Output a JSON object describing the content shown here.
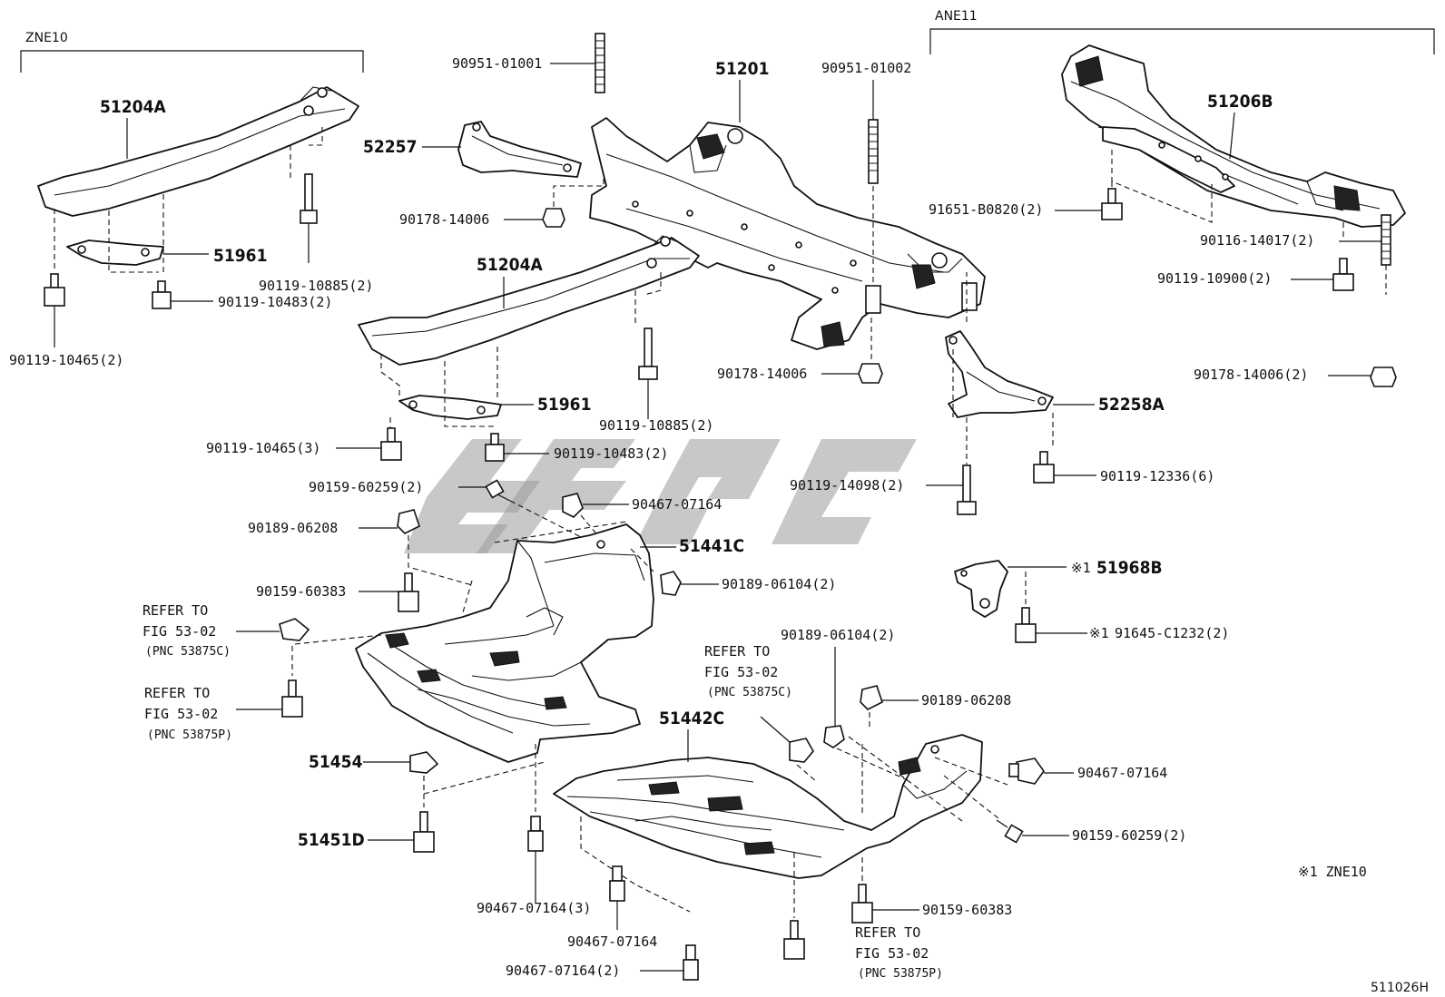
{
  "groups": {
    "zne10_label": "ZNE10",
    "ane11_label": "ANE11"
  },
  "parts": {
    "p51204A_top": "51204A",
    "p51961_top": "51961",
    "p90119_10885_top": "90119-10885(2)",
    "p90119_10483_top": "90119-10483(2)",
    "p90119_10465_top": "90119-10465(2)",
    "p90951_01001": "90951-01001",
    "p52257": "52257",
    "p90178_14006_left": "90178-14006",
    "p51201": "51201",
    "p90951_01002": "90951-01002",
    "p51204A_mid": "51204A",
    "p51961_mid": "51961",
    "p90119_10885_mid": "90119-10885(2)",
    "p90119_10465_mid": "90119-10465(3)",
    "p90119_10483_mid": "90119-10483(2)",
    "p90178_14006_center": "90178-14006",
    "p51206B": "51206B",
    "p91651_B0820": "91651-B0820(2)",
    "p90119_10900": "90119-10900(2)",
    "p90116_14017": "90116-14017(2)",
    "p90178_14006_right": "90178-14006(2)",
    "p52258A": "52258A",
    "p90119_14098": "90119-14098(2)",
    "p90119_12336": "90119-12336(6)",
    "p90159_60259_left": "90159-60259(2)",
    "p90467_07164_top": "90467-07164",
    "p90189_06208_left": "90189-06208",
    "p51441C": "51441C",
    "p90189_06104_left": "90189-06104(2)",
    "p90159_60383_left": "90159-60383",
    "p51968B": "51968B",
    "p51968B_mark": "※1",
    "p91645_C1232": "91645-C1232(2)",
    "p91645_C1232_mark": "※1",
    "p51454": "51454",
    "p51451D": "51451D",
    "p90189_06104_mid": "90189-06104(2)",
    "p90189_06208_right": "90189-06208",
    "p51442C": "51442C",
    "p90467_07164_right": "90467-07164",
    "p90159_60259_right": "90159-60259(2)",
    "p90467_07164_3": "90467-07164(3)",
    "p90467_07164_bottom": "90467-07164",
    "p90467_07164_2": "90467-07164(2)",
    "p90159_60383_right": "90159-60383"
  },
  "refs": {
    "ref1": [
      "REFER TO",
      "FIG 53-02",
      "(PNC 53875C)"
    ],
    "ref2": [
      "REFER TO",
      "FIG 53-02",
      "(PNC 53875P)"
    ],
    "ref3": [
      "REFER TO",
      "FIG 53-02",
      "(PNC 53875C)"
    ],
    "ref4": [
      "REFER TO",
      "FIG 53-02",
      "(PNC 53875P)"
    ]
  },
  "footnote": "※1  ZNE10",
  "figure_code": "511026H"
}
